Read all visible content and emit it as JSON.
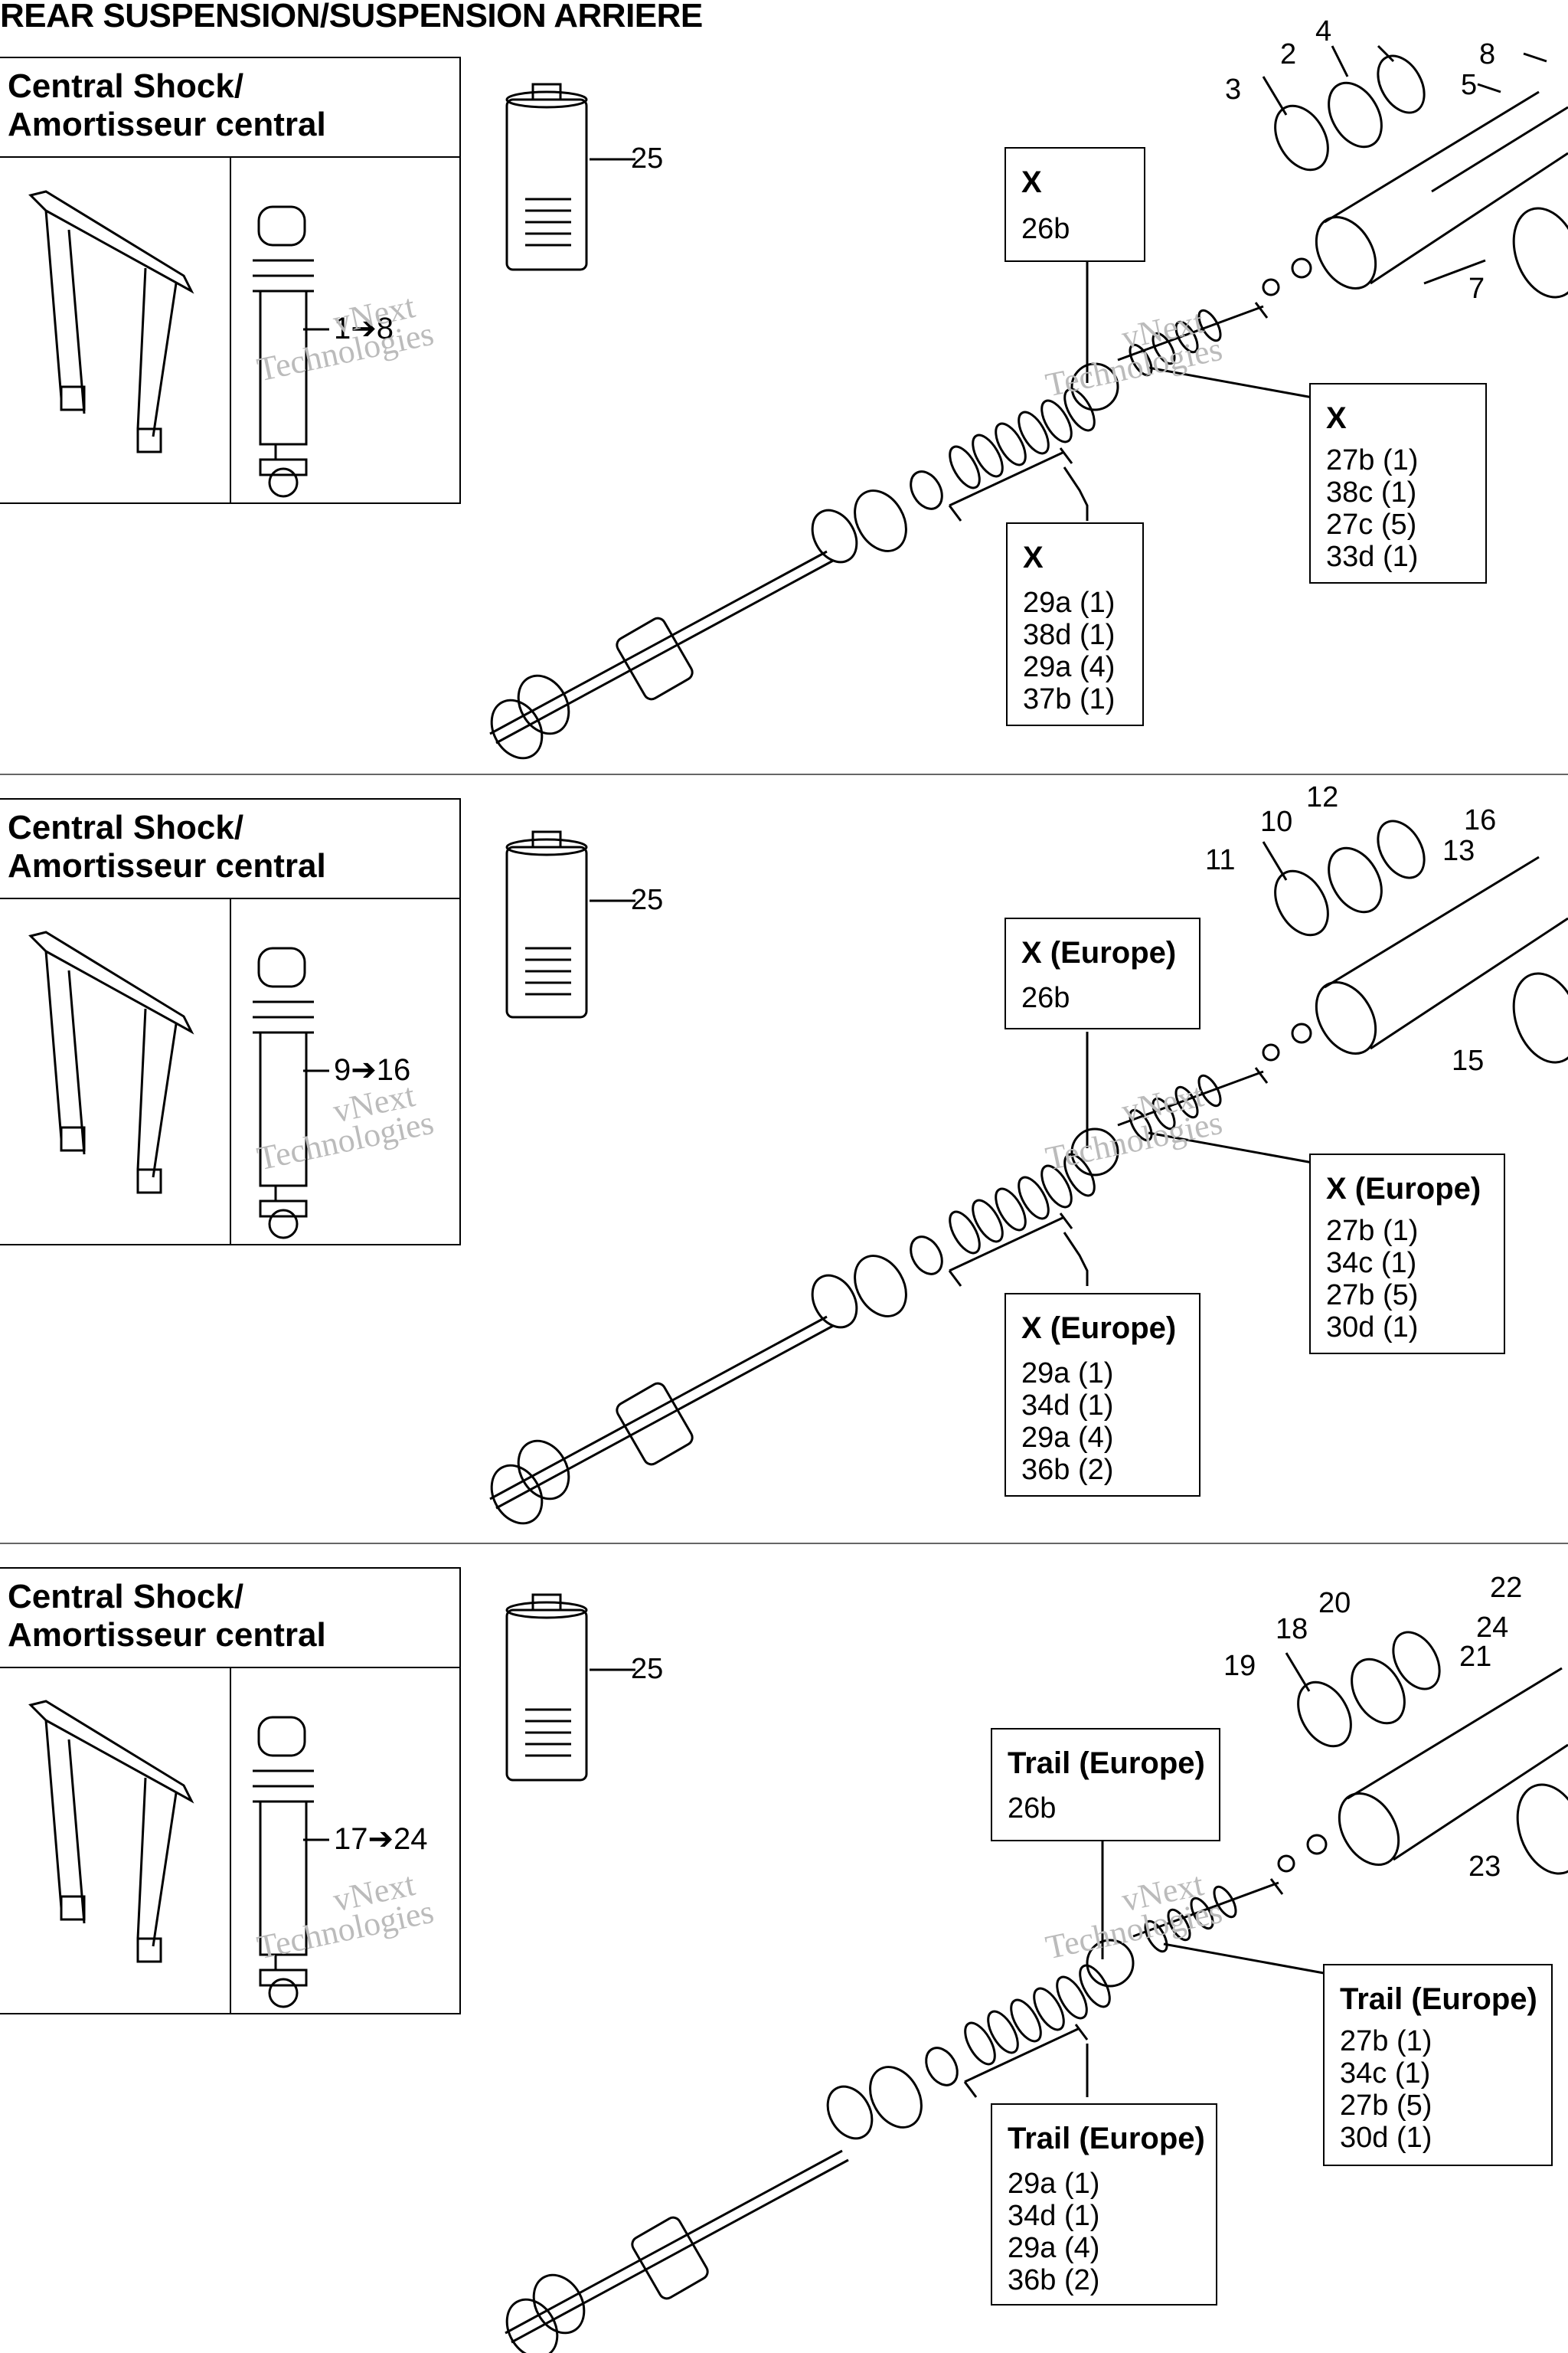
{
  "title": "REAR SUSPENSION/SUSPENSION ARRIERE",
  "sections": [
    {
      "heading_line1": "Central Shock/",
      "heading_line2": "Amortisseur central",
      "range": "1➔8",
      "can_callout": "25",
      "top_box": {
        "head": "X",
        "lines": [
          "26b"
        ]
      },
      "right_box": {
        "head": "X",
        "lines": [
          "27b (1)",
          "38c (1)",
          "27c (5)",
          "33d (1)"
        ]
      },
      "bottom_box": {
        "head": "X",
        "lines": [
          "29a (1)",
          "38d (1)",
          "29a (4)",
          "37b (1)"
        ]
      },
      "callouts": [
        "2",
        "3",
        "4",
        "5",
        "7",
        "8"
      ]
    },
    {
      "heading_line1": "Central Shock/",
      "heading_line2": "Amortisseur central",
      "range": "9➔16",
      "can_callout": "25",
      "top_box": {
        "head": "X (Europe)",
        "lines": [
          "26b"
        ]
      },
      "right_box": {
        "head": "X (Europe)",
        "lines": [
          "27b (1)",
          "34c (1)",
          "27b (5)",
          "30d (1)"
        ]
      },
      "bottom_box": {
        "head": "X (Europe)",
        "lines": [
          "29a (1)",
          "34d (1)",
          "29a (4)",
          "36b (2)"
        ]
      },
      "callouts": [
        "10",
        "11",
        "12",
        "13",
        "15",
        "16"
      ]
    },
    {
      "heading_line1": "Central Shock/",
      "heading_line2": "Amortisseur central",
      "range": "17➔24",
      "can_callout": "25",
      "top_box": {
        "head": "Trail (Europe)",
        "lines": [
          "26b"
        ]
      },
      "right_box": {
        "head": "Trail (Europe)",
        "lines": [
          "27b (1)",
          "34c (1)",
          "27b (5)",
          "30d (1)"
        ]
      },
      "bottom_box": {
        "head": "Trail (Europe)",
        "lines": [
          "29a (1)",
          "34d (1)",
          "29a (4)",
          "36b (2)"
        ]
      },
      "callouts": [
        "18",
        "19",
        "20",
        "21",
        "22",
        "23",
        "24"
      ]
    }
  ],
  "watermark_line1": "vNext",
  "watermark_line2": "Technologies"
}
